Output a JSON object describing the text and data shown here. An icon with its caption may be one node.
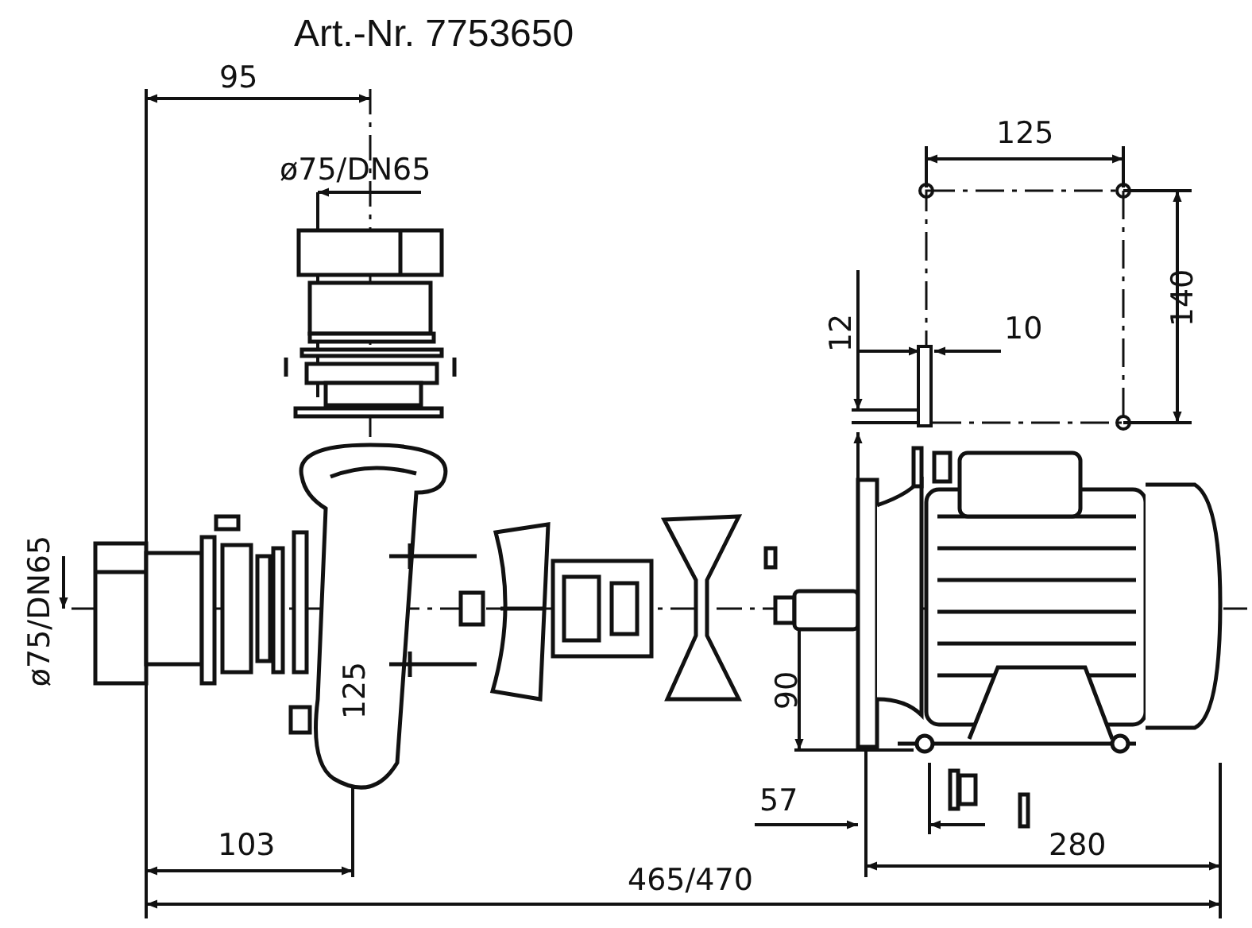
{
  "diagram": {
    "title": "Art.-Nr. 7753650",
    "labels": [
      "95",
      "ø75/DN65",
      "125",
      "12",
      "10",
      "140",
      "ø75/DN65",
      "125",
      "90",
      "57",
      "103",
      "280",
      "465/470"
    ]
  }
}
